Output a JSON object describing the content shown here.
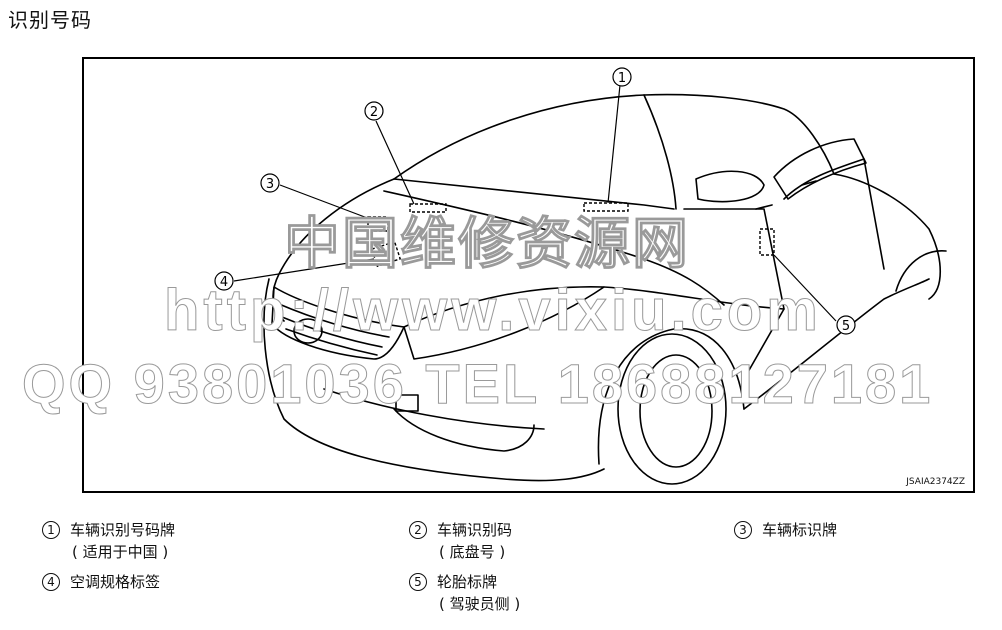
{
  "page": {
    "title": "识别号码"
  },
  "figure": {
    "code": "JSAIA2374ZZ",
    "callouts": [
      "1",
      "2",
      "3",
      "4",
      "5"
    ],
    "watermark": {
      "line1": "中国维修资源网",
      "line2": "http://www.vixiu.com",
      "line3": "QQ 93801036 TEL 18688127181"
    }
  },
  "legend": [
    {
      "num": "1",
      "label": "车辆识别号码牌",
      "note": "( 适用于中国 )"
    },
    {
      "num": "2",
      "label": "车辆识别码",
      "note": "( 底盘号 )"
    },
    {
      "num": "3",
      "label": "车辆标识牌",
      "note": ""
    },
    {
      "num": "4",
      "label": "空调规格标签",
      "note": ""
    },
    {
      "num": "5",
      "label": "轮胎标牌",
      "note": "( 驾驶员侧 )"
    }
  ]
}
